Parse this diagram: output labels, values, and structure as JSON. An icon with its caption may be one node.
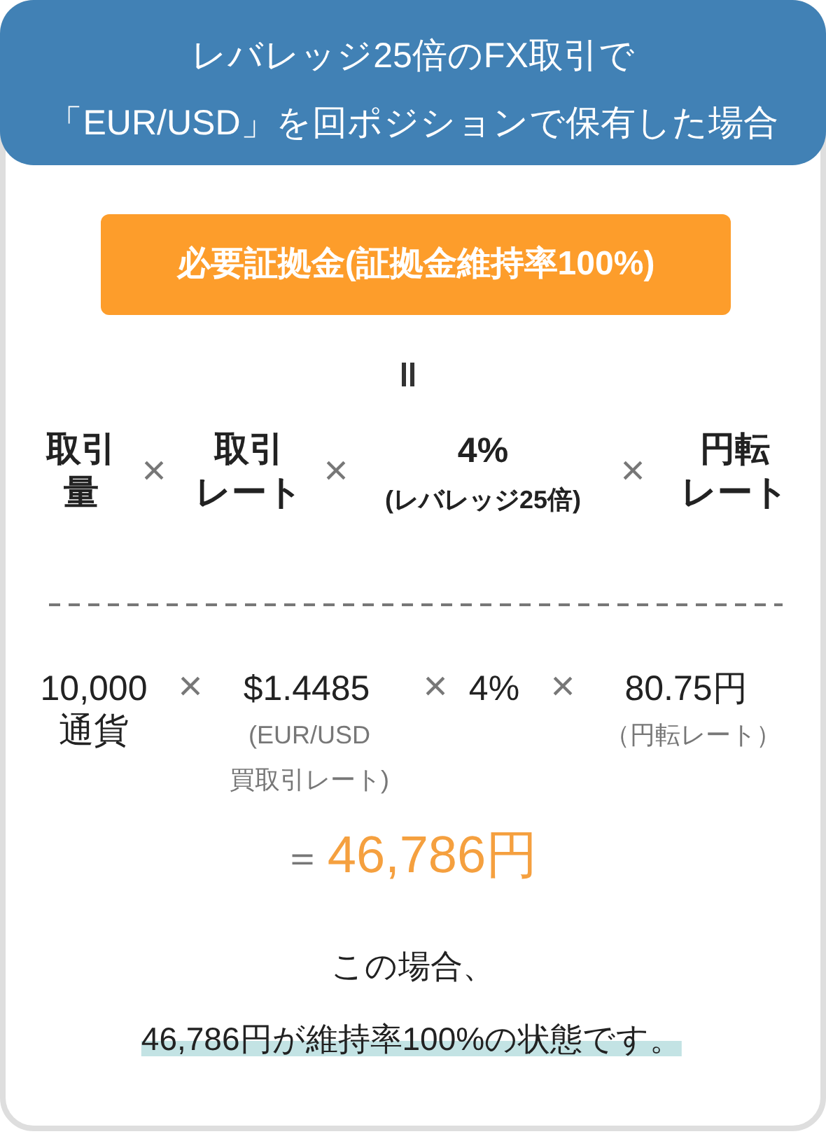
{
  "diagram": {
    "title": "レバレッジ25倍のFX取引で「EUR/USD」を回ポジションで保有した場合",
    "nodes": [
      {
        "text": [
          "必要証拠金(証拠金維持率100%)"
        ]
      }
    ],
    "labels": [
      "取引量",
      "×",
      "取引レート",
      "×",
      "4%",
      "(レバレッジ25倍)",
      "×",
      "円転レート",
      "10,000通貨",
      "×",
      "$1.4485",
      "(EUR/USD買取引レート)",
      "×",
      "4%",
      "×",
      "80.75円",
      "（円転レート）",
      "＝",
      "46,786円",
      "この場合、",
      "46,786円が維持率100%の状態です。"
    ]
  }
}
